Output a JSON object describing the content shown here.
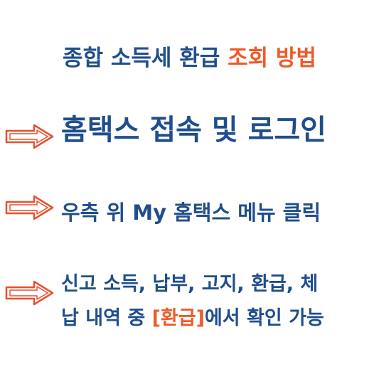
{
  "title": {
    "part1": "종합 소득세 환급 ",
    "part2": "조회 방법"
  },
  "steps": [
    {
      "text": "홈택스 접속 및 로그인",
      "icon": "right-arrow-icon"
    },
    {
      "text": "우측 위 My 홈택스 메뉴 클릭",
      "icon": "right-arrow-icon"
    },
    {
      "line1": "신고 소득, 납부, 고지, 환급, 체",
      "line2_pre": "납 내역 중 ",
      "line2_hl": "[환급]",
      "line2_post": "에서 확인 가능",
      "icon": "right-arrow-icon"
    }
  ],
  "colors": {
    "navy": "#1f4e8c",
    "orange": "#f05a28"
  }
}
